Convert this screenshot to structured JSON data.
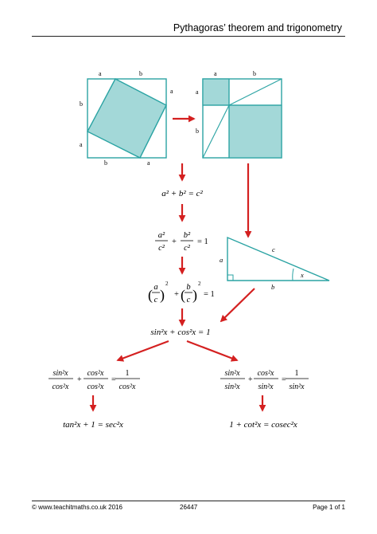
{
  "header": {
    "title": "Pythagoras’ theorem and trigonometry"
  },
  "colors": {
    "teal": "#2aa3a3",
    "teal_fill": "#a3d8d8",
    "arrow_red": "#d42020"
  },
  "diagram": {
    "left_square_labels": {
      "top_a": "a",
      "top_b": "b",
      "left_b": "b",
      "left_a": "a",
      "right_a": "a",
      "bottom_b": "b",
      "bottom_a": "a"
    },
    "right_square_labels": {
      "top_a": "a",
      "top_b": "b",
      "left_b": "b",
      "left_a": "a"
    },
    "triangle_labels": {
      "hyp": "c",
      "side_a": "a",
      "side_b": "b",
      "angle": "x"
    }
  },
  "equations": {
    "eq1": {
      "lhs": "a² + b² = c²"
    },
    "eq2": {
      "a_num": "a²",
      "a_den": "c²",
      "plus": "+",
      "b_num": "b²",
      "b_den": "c²",
      "rhs": "= 1"
    },
    "eq3": {
      "a": "a",
      "c1": "c",
      "b": "b",
      "c2": "c",
      "exp": "2",
      "rhs": "= 1"
    },
    "eq4": {
      "text": "sin²x + cos²x = 1"
    },
    "eq5_left": {
      "n1": "sin²x",
      "d1": "cos²x",
      "n2": "cos²x",
      "d2": "cos²x",
      "n3": "1",
      "d3": "cos²x"
    },
    "eq5_right": {
      "n1": "sin²x",
      "d1": "sin²x",
      "n2": "cos²x",
      "d2": "sin²x",
      "n3": "1",
      "d3": "sin²x"
    },
    "eq6_left": {
      "text": "tan²x + 1 = sec²x"
    },
    "eq6_right": {
      "text": "1 + cot²x = cosec²x"
    }
  },
  "footer": {
    "copyright": "© www.teachitmaths.co.uk 2016",
    "code": "26447",
    "page": "Page 1 of 1"
  }
}
